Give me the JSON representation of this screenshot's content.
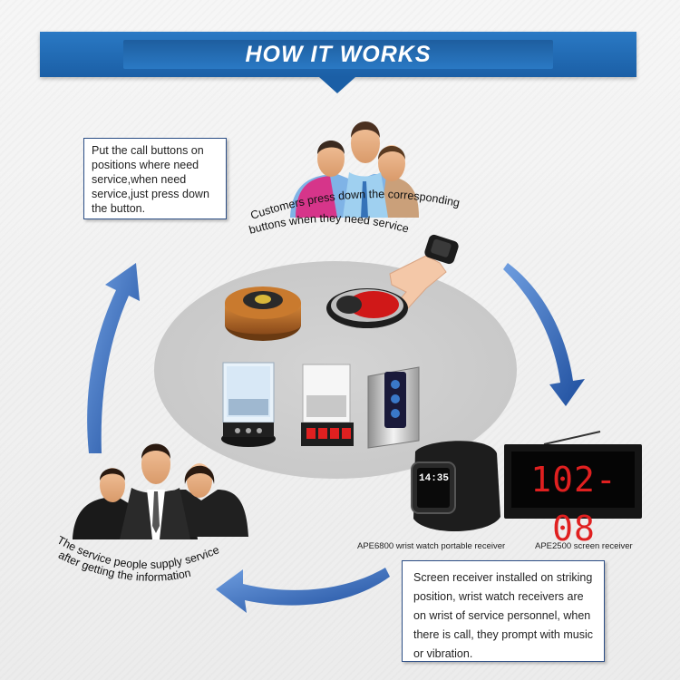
{
  "header": {
    "title": "HOW IT WORKS"
  },
  "steps": {
    "step1": "Put the call buttons on positions where need service,when need service,just press down the button.",
    "customers_line1": "Customers press down the corresponding",
    "customers_line2": "buttons when they need service",
    "service_line1": "The service people supply service",
    "service_line2": "after getting the information",
    "step4": "Screen receiver installed on striking position, wrist watch receivers are on wrist of service personnel, when there is call, they prompt with music or vibration."
  },
  "products": {
    "watch_label": "APE6800 wrist watch portable receiver",
    "screen_label": "APE2500 screen receiver",
    "watch_time": "14:35",
    "screen_display": "102-08"
  },
  "colors": {
    "banner": "#1b5fa6",
    "arrow": "#2e5fa8",
    "note_border": "#2c4e86",
    "led": "#e02020"
  }
}
